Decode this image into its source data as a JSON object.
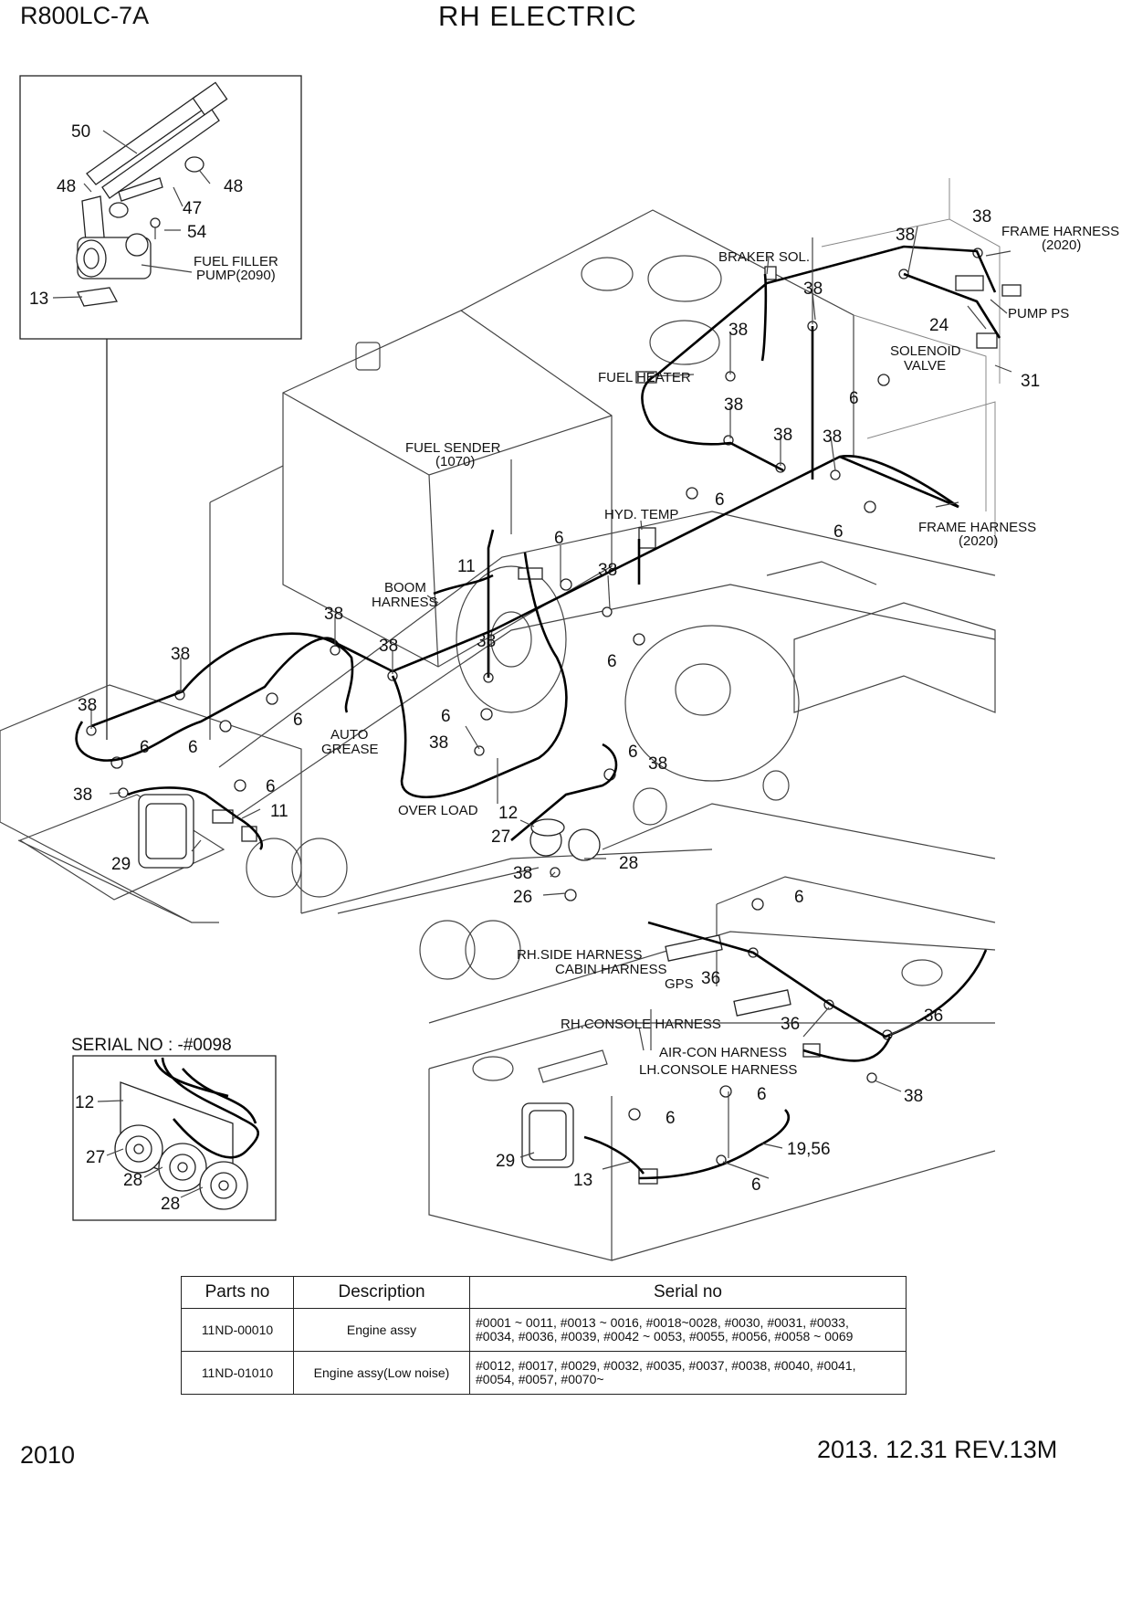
{
  "header": {
    "model": "R800LC-7A",
    "title": "RH ELECTRIC"
  },
  "footer": {
    "page_number": "2010",
    "revision": "2013. 12.31  REV.13M"
  },
  "callouts": {
    "fuel_filler_pump": [
      "FUEL FILLER",
      "PUMP(2090)"
    ],
    "braker_sol": "BRAKER SOL.",
    "frame_harness_top": [
      "FRAME HARNESS",
      "(2020)"
    ],
    "pump_ps": "PUMP PS",
    "solenoid_valve": [
      "SOLENOID",
      "VALVE"
    ],
    "fuel_heater": "FUEL HEATER",
    "fuel_sender": [
      "FUEL SENDER",
      "(1070)"
    ],
    "hyd_temp": "HYD. TEMP",
    "frame_harness_right": [
      "FRAME HARNESS",
      "(2020)"
    ],
    "boom_harness": [
      "BOOM",
      "HARNESS"
    ],
    "auto_grease": [
      "AUTO",
      "GREASE"
    ],
    "over_load": "OVER LOAD",
    "rh_side_harness": "RH.SIDE HARNESS",
    "cabin_harness": "CABIN HARNESS",
    "gps": "GPS",
    "rh_console_harness": "RH.CONSOLE HARNESS",
    "air_con_harness": "AIR-CON HARNESS",
    "lh_console_harness": "LH.CONSOLE HARNESS",
    "serial_no": "SERIAL NO : -#0098"
  },
  "part_numbers": {
    "n50": "50",
    "n48a": "48",
    "n48b": "48",
    "n47": "47",
    "n54": "54",
    "n13a": "13",
    "n38_01": "38",
    "n38_02": "38",
    "n38_03": "38",
    "n38_04": "38",
    "n38_05": "38",
    "n38_06": "38",
    "n38_07": "38",
    "n38_08": "38",
    "n38_09": "38",
    "n38_10": "38",
    "n38_11": "38",
    "n38_12": "38",
    "n38_13": "38",
    "n38_14": "38",
    "n38_15": "38",
    "n38_16": "38",
    "n38_17": "38",
    "n38_18": "38",
    "n24": "24",
    "n31": "31",
    "n6_01": "6",
    "n6_02": "6",
    "n6_03": "6",
    "n6_04": "6",
    "n6_05": "6",
    "n6_06": "6",
    "n6_07": "6",
    "n6_08": "6",
    "n6_09": "6",
    "n6_10": "6",
    "n6_11": "6",
    "n6_12": "6",
    "n6_13": "6",
    "n6_14": "6",
    "n6_15": "6",
    "n11a": "11",
    "n11b": "11",
    "n12": "12",
    "n27": "27",
    "n28": "28",
    "n26": "26",
    "n29a": "29",
    "n36a": "36",
    "n36b": "36",
    "n36c": "36",
    "n19_56": "19,56",
    "n29b": "29",
    "n13b": "13",
    "inset_12": "12",
    "inset_27": "27",
    "inset_28a": "28",
    "inset_28b": "28"
  },
  "parts_table": {
    "headers": [
      "Parts no",
      "Description",
      "Serial no"
    ],
    "rows": [
      {
        "parts_no": "11ND-00010",
        "description": "Engine assy",
        "serial_line1": "#0001 ~ 0011, #0013 ~ 0016, #0018~0028, #0030, #0031, #0033,",
        "serial_line2": "#0034, #0036, #0039, #0042 ~ 0053, #0055, #0056, #0058 ~ 0069"
      },
      {
        "parts_no": "11ND-01010",
        "description": "Engine assy(Low noise)",
        "serial_line1": "#0012, #0017, #0029, #0032, #0035, #0037, #0038, #0040, #0041,",
        "serial_line2": "#0054, #0057, #0070~"
      }
    ]
  }
}
